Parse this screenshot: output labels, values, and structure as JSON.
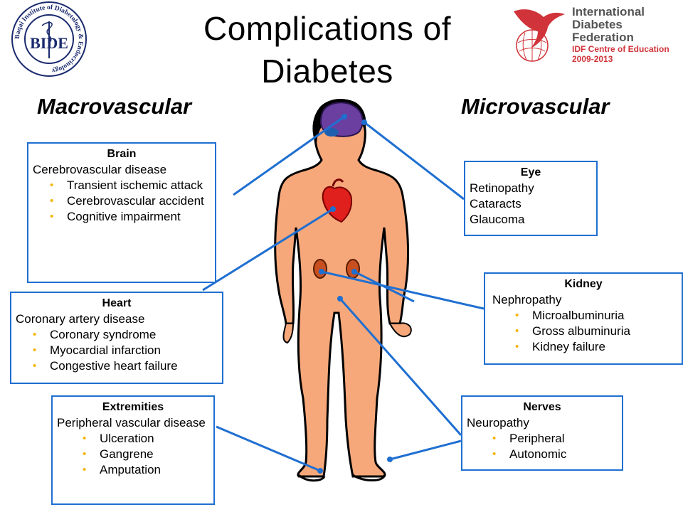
{
  "title": "Complications of Diabetes",
  "macro_heading": "Macrovascular",
  "micro_heading": "Microvascular",
  "logo_bide": {
    "text": "BIDE",
    "ring_text": "Baqai Institute of Diabetology & Endocrinology"
  },
  "logo_idf": {
    "line1": "International",
    "line2": "Diabetes Federation",
    "line3": "IDF Centre of Education",
    "line4": "2009-2013"
  },
  "boxes": {
    "brain": {
      "title": "Brain",
      "subtitle": "Cerebrovascular disease",
      "items": [
        "Transient ischemic attack",
        "Cerebrovascular accident",
        "Cognitive impairment"
      ]
    },
    "heart": {
      "title": "Heart",
      "subtitle": "Coronary artery disease",
      "items": [
        "Coronary syndrome",
        "Myocardial infarction",
        "Congestive heart failure"
      ]
    },
    "extremities": {
      "title": "Extremities",
      "subtitle": "Peripheral vascular disease",
      "items": [
        "Ulceration",
        "Gangrene",
        "Amputation"
      ]
    },
    "eye": {
      "title": "Eye",
      "lines": [
        "Retinopathy",
        "Cataracts",
        "Glaucoma"
      ]
    },
    "kidney": {
      "title": "Kidney",
      "subtitle": "Nephropathy",
      "items": [
        "Microalbuminuria",
        "Gross albuminuria",
        "Kidney failure"
      ]
    },
    "nerves": {
      "title": "Nerves",
      "subtitle": "Neuropathy",
      "items": [
        "Peripheral",
        "Autonomic"
      ]
    }
  },
  "colors": {
    "skin": "#f7a87a",
    "outline": "#000000",
    "brain": "#6a3fa0",
    "heart": "#e0201c",
    "kidney": "#c85020",
    "connector": "#1f6fd1",
    "bullet": "#f4b400",
    "idf_red": "#d0343a"
  }
}
